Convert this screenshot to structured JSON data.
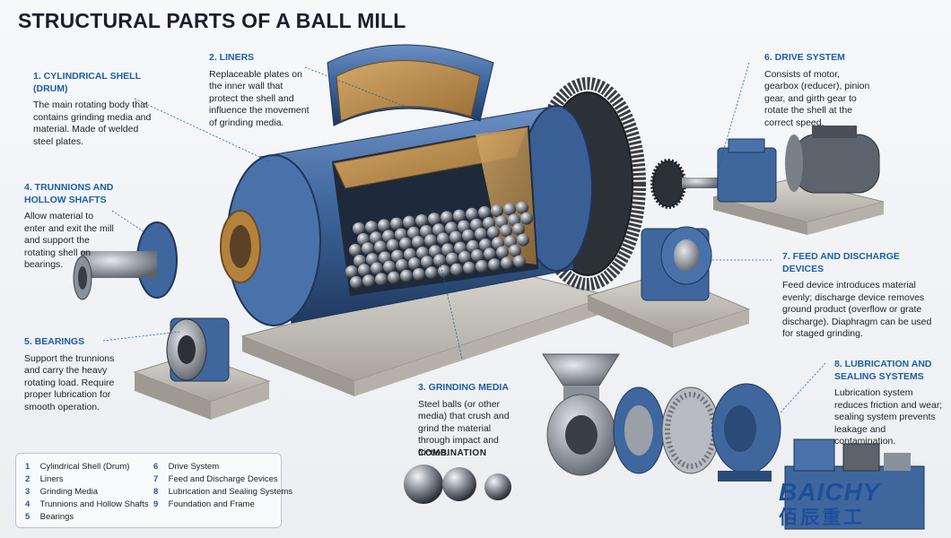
{
  "title": "STRUCTURAL PARTS OF A BALL MILL",
  "annotations": {
    "shell": {
      "heading": "1. CYLINDRICAL SHELL (DRUM)",
      "body": "The main rotating body that contains grinding media and material. Made of welded steel plates."
    },
    "liners": {
      "heading": "2. LINERS",
      "body": "Replaceable plates on the inner wall that protect the shell and influence the movement of grinding media."
    },
    "media": {
      "heading": "3. GRINDING MEDIA",
      "body": "Steel balls (or other media) that crush and grind the material through impact and friction."
    },
    "trunnions": {
      "heading_1": "4. TRUNNIONS AND",
      "heading_2": "HOLLOW SHAFTS",
      "body": "Allow material to enter and exit the mill and support the rotating shell on bearings."
    },
    "bearings": {
      "heading": "5. BEARINGS",
      "body": "Support the trunnions and carry the heavy rotating load. Require proper lubrication for smooth operation."
    },
    "drive": {
      "heading": "6. DRIVE SYSTEM",
      "body": "Consists of motor, gearbox (reducer), pinion gear, and girth gear to rotate the shell at the correct speed."
    },
    "feed": {
      "heading": "7. FEED AND DISCHARGE DEVICES",
      "body": "Feed device introduces material evenly; discharge device removes ground product (overflow or grate discharge). Diaphragm can be used for staged grinding."
    },
    "lube": {
      "heading_1": "8. LUBRICATION AND",
      "heading_2": "SEALING SYSTEMS",
      "body": "Lubrication system reduces friction and wear; sealing system prevents leakage and contamination."
    }
  },
  "combination_label": "COMBINATION",
  "legend": [
    {
      "num": "1",
      "label": "Cylindrical Shell (Drum)"
    },
    {
      "num": "2",
      "label": "Liners"
    },
    {
      "num": "3",
      "label": "Grinding Media"
    },
    {
      "num": "4",
      "label": "Trunnions and Hollow Shafts"
    },
    {
      "num": "5",
      "label": "Bearings"
    },
    {
      "num": "6",
      "label": "Drive System"
    },
    {
      "num": "7",
      "label": "Feed and Discharge Devices"
    },
    {
      "num": "8",
      "label": "Lubrication and Sealing Systems"
    },
    {
      "num": "9",
      "label": "Foundation and Frame"
    }
  ],
  "brand": {
    "logo": "BAICHY",
    "chinese": "佰辰重工"
  },
  "colors": {
    "accent": "#1c5ea8",
    "steel_blue": "#3f679e",
    "dark_blue": "#2a4a78",
    "concrete": "#c9c6c0",
    "copper": "#b4823e"
  }
}
